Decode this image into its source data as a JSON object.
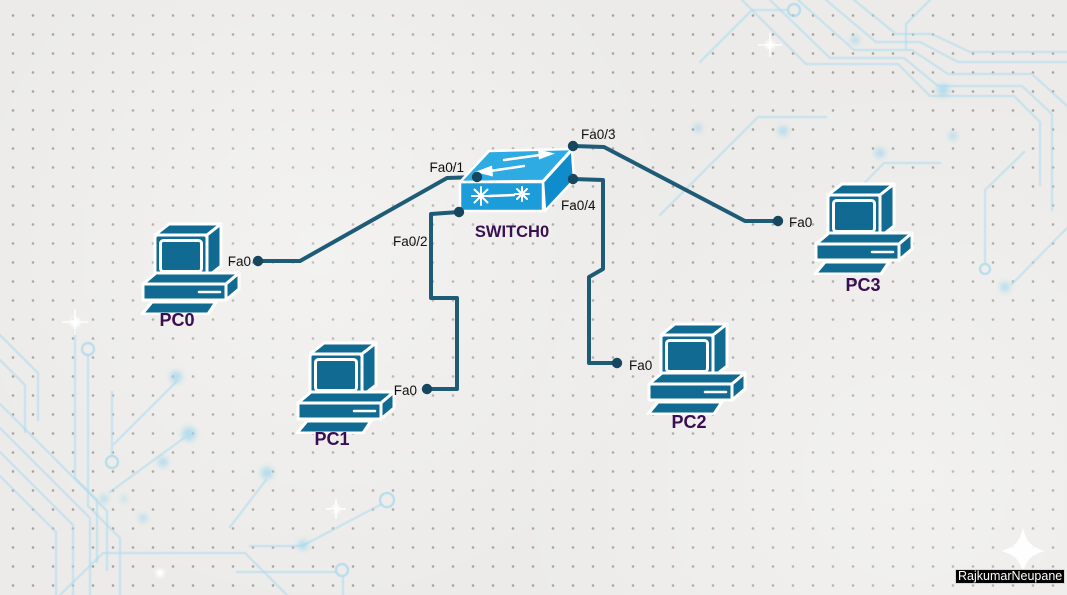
{
  "diagram": {
    "switch": {
      "name": "SWITCH0",
      "kind": "switch",
      "ports": {
        "p1": "Fa0/1",
        "p2": "Fa0/2",
        "p3": "Fa0/3",
        "p4": "Fa0/4"
      }
    },
    "pcs": [
      {
        "name": "PC0",
        "port": "Fa0"
      },
      {
        "name": "PC1",
        "port": "Fa0"
      },
      {
        "name": "PC2",
        "port": "Fa0"
      },
      {
        "name": "PC3",
        "port": "Fa0"
      }
    ],
    "links": [
      {
        "from": "SWITCH0.Fa0/1",
        "to": "PC0.Fa0"
      },
      {
        "from": "SWITCH0.Fa0/2",
        "to": "PC1.Fa0"
      },
      {
        "from": "SWITCH0.Fa0/4",
        "to": "PC2.Fa0"
      },
      {
        "from": "SWITCH0.Fa0/3",
        "to": "PC3.Fa0"
      }
    ]
  },
  "watermark": {
    "text": "RajkumarNeupane"
  },
  "colors": {
    "background": "#ecebe9",
    "link": "#1d5b76",
    "port_dot": "#17475f",
    "pc_fill": "#116a92",
    "switch_top": "#2fabe3",
    "switch_front": "#1c9dda",
    "switch_side": "#0f8ccb",
    "device_label": "#3a0e52",
    "port_label": "#101010",
    "circuit_trace": "#aedcee",
    "watermark_bg": "#040404",
    "watermark_text": "#ffffff"
  }
}
